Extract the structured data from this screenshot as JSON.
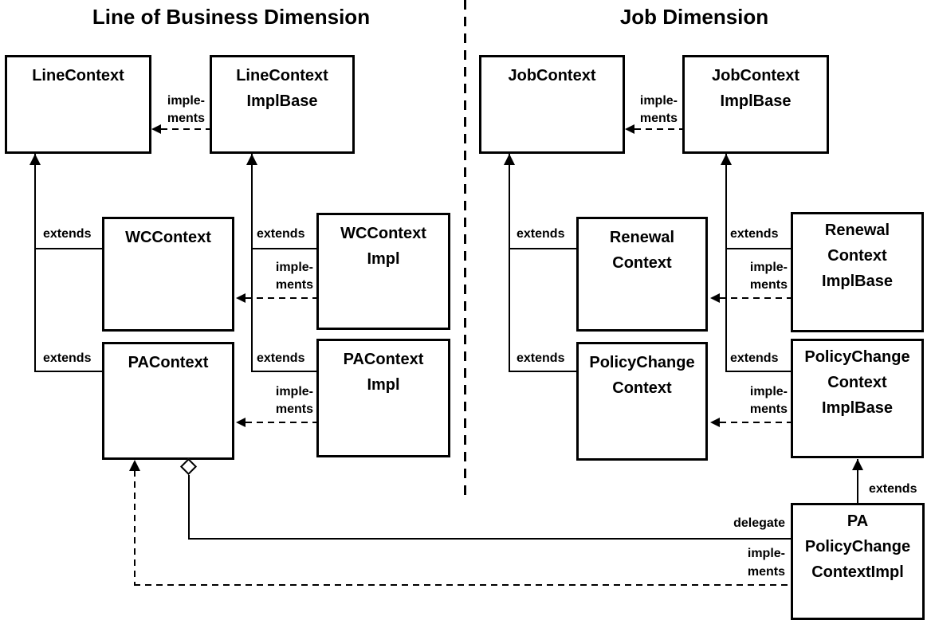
{
  "titles": {
    "left": "Line of Business Dimension",
    "right": "Job Dimension"
  },
  "boxes": {
    "line_context": {
      "lines": [
        "LineContext"
      ]
    },
    "line_context_impl_base": {
      "lines": [
        "LineContext",
        "ImplBase"
      ]
    },
    "wc_context": {
      "lines": [
        "WCContext"
      ]
    },
    "wc_context_impl": {
      "lines": [
        "WCContext",
        "Impl"
      ]
    },
    "pa_context": {
      "lines": [
        "PAContext"
      ]
    },
    "pa_context_impl": {
      "lines": [
        "PAContext",
        "Impl"
      ]
    },
    "job_context": {
      "lines": [
        "JobContext"
      ]
    },
    "job_context_impl_base": {
      "lines": [
        "JobContext",
        "ImplBase"
      ]
    },
    "renewal_context": {
      "lines": [
        "Renewal",
        "Context"
      ]
    },
    "renewal_context_impl_base": {
      "lines": [
        "Renewal",
        "Context",
        "ImplBase"
      ]
    },
    "policy_change_context": {
      "lines": [
        "PolicyChange",
        "Context"
      ]
    },
    "policy_change_context_impl_base": {
      "lines": [
        "PolicyChange",
        "Context",
        "ImplBase"
      ]
    },
    "pa_policy_change_context_impl": {
      "lines": [
        "PA",
        "PolicyChange",
        "ContextImpl"
      ]
    }
  },
  "edge_labels": {
    "extends": "extends",
    "implements_line1": "imple-",
    "implements_line2": "ments",
    "delegate": "delegate"
  },
  "colors": {
    "line": "#000000",
    "background": "#ffffff"
  }
}
